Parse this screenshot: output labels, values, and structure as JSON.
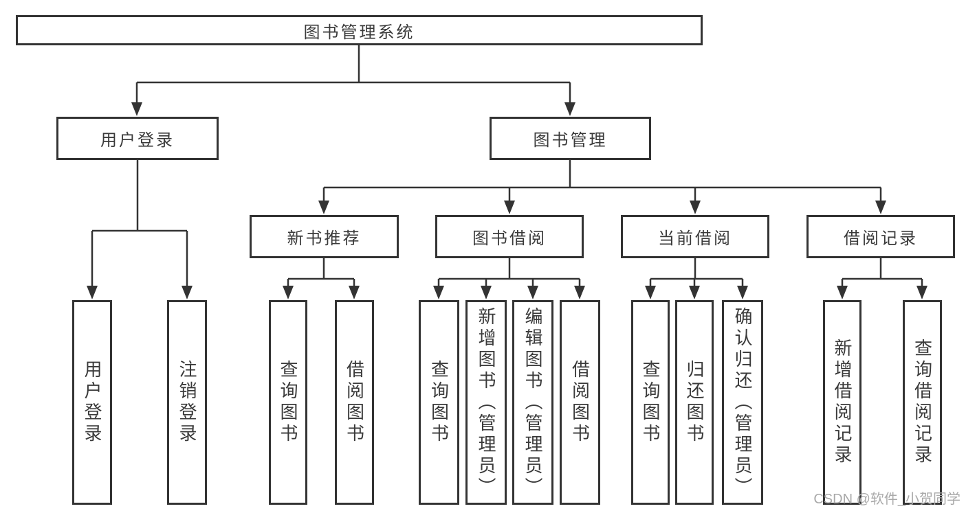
{
  "diagram": {
    "title": "图书管理系统",
    "root": {
      "label": "图书管理系统"
    },
    "level1": {
      "user_login": {
        "label": "用户登录"
      },
      "book_management": {
        "label": "图书管理"
      }
    },
    "level2": {
      "new_books": {
        "label": "新书推荐"
      },
      "book_borrow": {
        "label": "图书借阅"
      },
      "current_borrow": {
        "label": "当前借阅"
      },
      "borrow_records": {
        "label": "借阅记录"
      }
    },
    "leaves": {
      "user_login": [
        "用户登录",
        "注销登录"
      ],
      "new_books": [
        "查询图书",
        "借阅图书"
      ],
      "book_borrow": [
        "查询图书",
        "新增图书（管理员）",
        "编辑图书（管理员）",
        "借阅图书"
      ],
      "current_borrow": [
        "查询图书",
        "归还图书",
        "确认归还（管理员）"
      ],
      "borrow_records": [
        "新增借阅记录",
        "查询借阅记录"
      ]
    }
  },
  "watermark": {
    "text": "CSDN @软件_小贺同学",
    "color": "#a9a9a9"
  },
  "colors": {
    "line": "#333333",
    "box_border": "#333333",
    "text": "#3a3a3a",
    "background": "#ffffff"
  }
}
